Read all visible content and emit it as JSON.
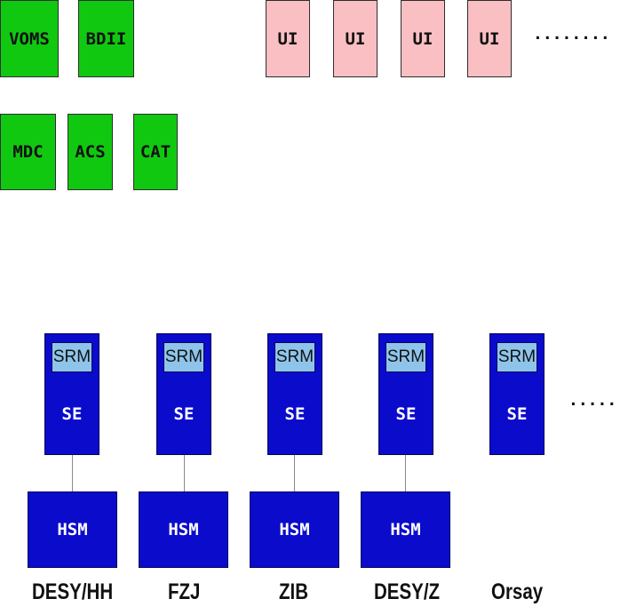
{
  "services_row1": [
    {
      "label": "VOMS",
      "color": "#11c811"
    },
    {
      "label": "BDII",
      "color": "#11c811"
    }
  ],
  "services_row2": [
    {
      "label": "MDC",
      "color": "#11c811"
    },
    {
      "label": "ACS",
      "color": "#11c811"
    },
    {
      "label": "CAT",
      "color": "#11c811"
    }
  ],
  "ui_nodes": [
    {
      "label": "UI",
      "color": "#f9bfc2"
    },
    {
      "label": "UI",
      "color": "#f9bfc2"
    },
    {
      "label": "UI",
      "color": "#f9bfc2"
    },
    {
      "label": "UI",
      "color": "#f9bfc2"
    }
  ],
  "ui_more": "........",
  "storage_elements": [
    {
      "srm": "SRM",
      "se": "SE",
      "hsm": "HSM",
      "site": "DESY/HH"
    },
    {
      "srm": "SRM",
      "se": "SE",
      "hsm": "HSM",
      "site": "FZJ"
    },
    {
      "srm": "SRM",
      "se": "SE",
      "hsm": "HSM",
      "site": "ZIB"
    },
    {
      "srm": "SRM",
      "se": "SE",
      "hsm": "HSM",
      "site": "DESY/Z"
    },
    {
      "srm": "SRM",
      "se": "SE",
      "site": "Orsay"
    }
  ],
  "se_more": "........"
}
